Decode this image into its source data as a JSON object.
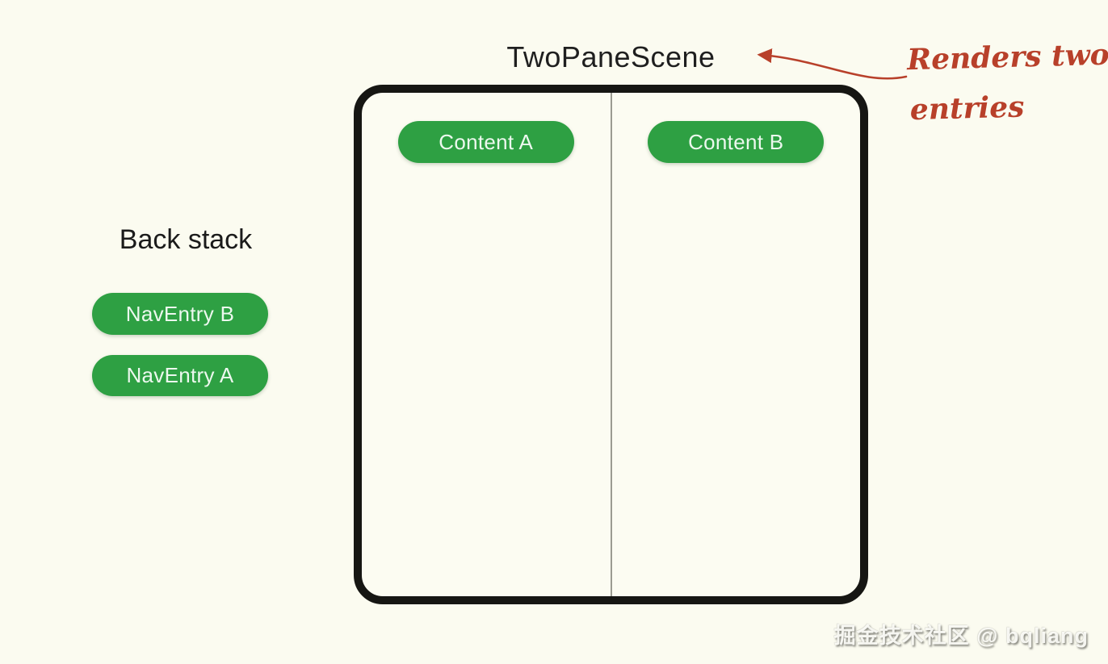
{
  "title": "TwoPaneScene",
  "annotation": {
    "line1": "Renders two",
    "line2": "entries"
  },
  "back_stack": {
    "label": "Back stack",
    "entries": [
      {
        "label": "NavEntry B"
      },
      {
        "label": "NavEntry A"
      }
    ]
  },
  "scene": {
    "panes": [
      {
        "label": "Content A"
      },
      {
        "label": "Content B"
      }
    ]
  },
  "watermark": "掘金技术社区 @ bqliang",
  "colors": {
    "background": "#fbfbf0",
    "pill_green": "#2ea043",
    "pill_text": "#ecf8ee",
    "frame_border": "#161613",
    "pane_divider": "#9b9b91",
    "annotation_red": "#b8402a",
    "title_text": "#1f1f1f"
  }
}
